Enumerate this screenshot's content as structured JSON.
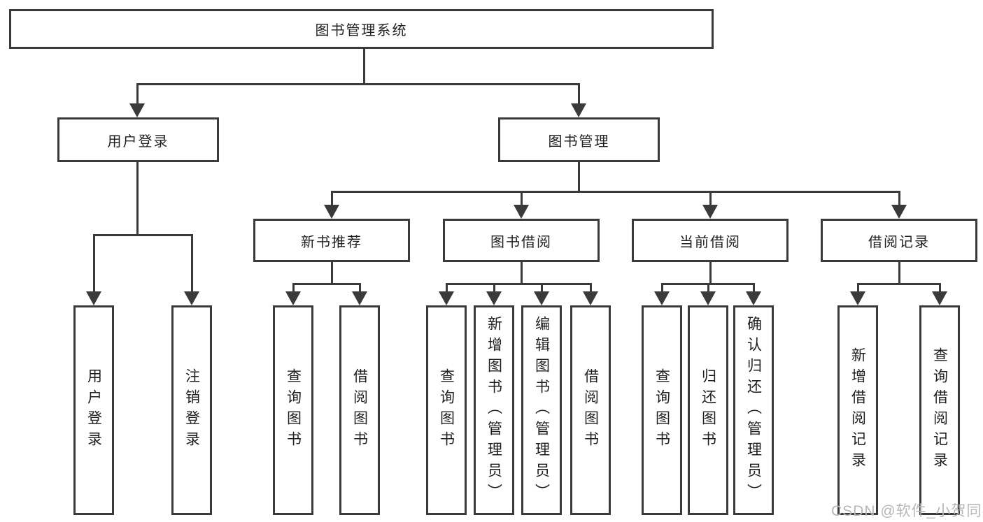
{
  "tree": {
    "root": {
      "label": "图书管理系统"
    },
    "branches": [
      {
        "label": "用户登录",
        "children": [
          {
            "label": "用户登录"
          },
          {
            "label": "注销登录"
          }
        ]
      },
      {
        "label": "图书管理",
        "children": [
          {
            "label": "新书推荐",
            "children": [
              {
                "label": "查询图书"
              },
              {
                "label": "借阅图书"
              }
            ]
          },
          {
            "label": "图书借阅",
            "children": [
              {
                "label": "查询图书"
              },
              {
                "label": "新增图书（管理员）"
              },
              {
                "label": "编辑图书（管理员）"
              },
              {
                "label": "借阅图书"
              }
            ]
          },
          {
            "label": "当前借阅",
            "children": [
              {
                "label": "查询图书"
              },
              {
                "label": "归还图书"
              },
              {
                "label": "确认归还（管理员）"
              }
            ]
          },
          {
            "label": "借阅记录",
            "children": [
              {
                "label": "新增借阅记录"
              },
              {
                "label": "查询借阅记录"
              }
            ]
          }
        ]
      }
    ]
  },
  "watermark": "CSDN @软件_小贺同学",
  "colors": {
    "line": "#3a3a3a",
    "text": "#1f1f1f",
    "box_bg": "#ffffff",
    "watermark": "#b7b7b7",
    "background": "#ffffff"
  }
}
